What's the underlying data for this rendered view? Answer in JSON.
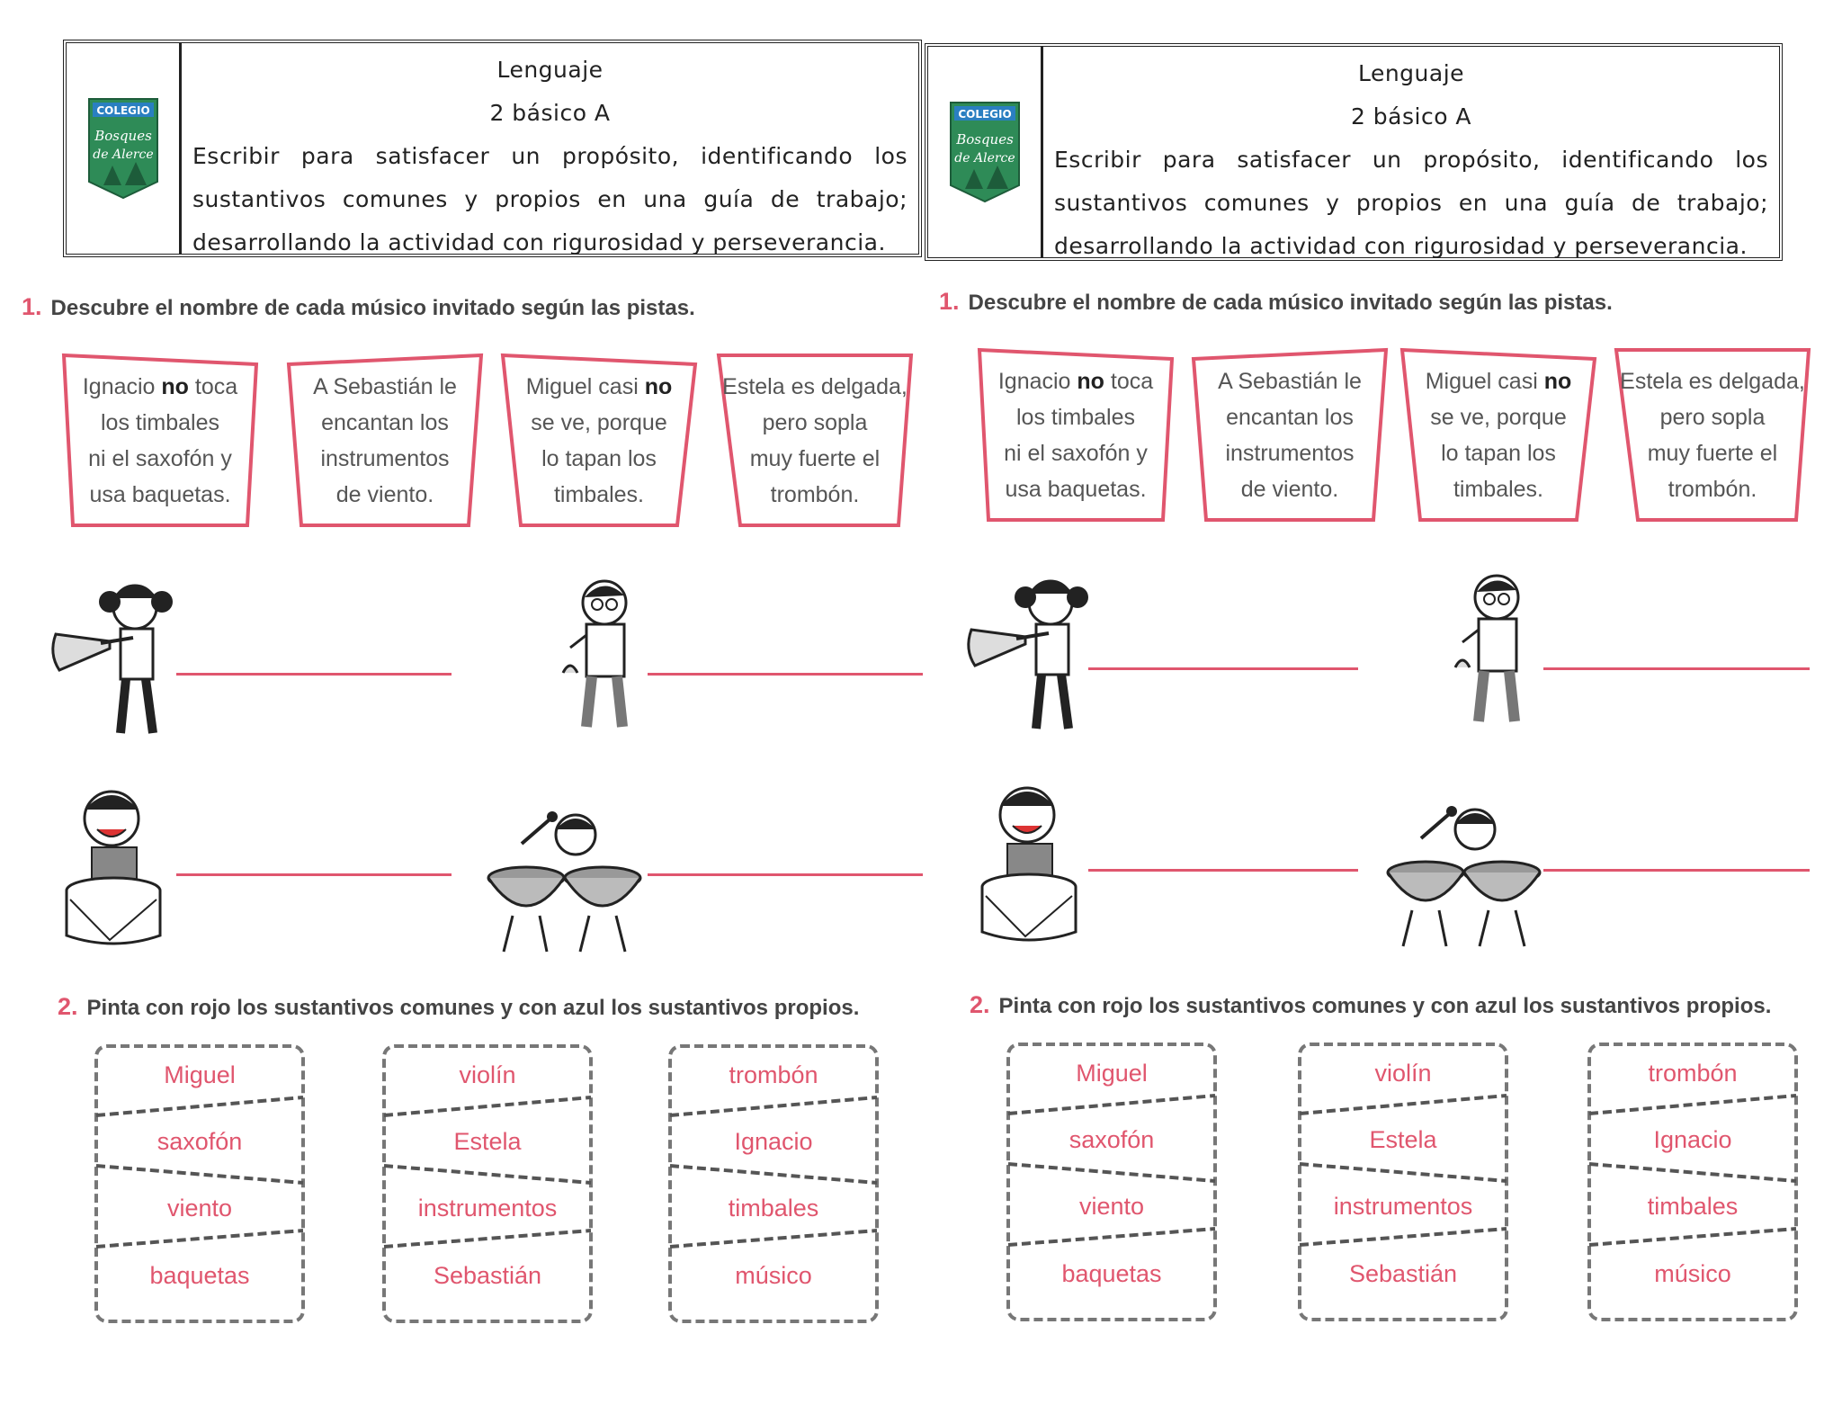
{
  "header": {
    "subject": "Lenguaje",
    "grade": "2 básico A",
    "objective": "Escribir para satisfacer un propósito, identificando los sustantivos comunes y propios en una guía de trabajo; desarrollando la actividad con rigurosidad y perseverancia.",
    "logo_top": "COLEGIO",
    "logo_line1": "Bosques",
    "logo_line2": "de Alerce"
  },
  "exercise1": {
    "number": "1.",
    "instruction": "Descubre el nombre de cada músico invitado según las pistas.",
    "clues": [
      {
        "lines": [
          "Ignacio ",
          "no",
          " toca",
          "los timbales",
          "ni el saxofón y",
          "usa baquetas."
        ]
      },
      {
        "lines": [
          "A Sebastián le",
          "encantan los",
          "instrumentos",
          "de viento."
        ]
      },
      {
        "lines": [
          "Miguel casi ",
          "no",
          "se ve, porque",
          "lo tapan los",
          "timbales."
        ]
      },
      {
        "lines": [
          "Estela es delgada,",
          "pero sopla",
          "muy fuerte el",
          "trombón."
        ]
      }
    ]
  },
  "exercise2": {
    "number": "2.",
    "instruction": "Pinta con rojo los sustantivos comunes y con azul los sustantivos propios.",
    "cards": [
      [
        "Miguel",
        "saxofón",
        "viento",
        "baquetas"
      ],
      [
        "violín",
        "Estela",
        "instrumentos",
        "Sebastián"
      ],
      [
        "trombón",
        "Ignacio",
        "timbales",
        "músico"
      ]
    ]
  },
  "colors": {
    "accent": "#e0566e",
    "logo_green": "#2e8b57"
  }
}
